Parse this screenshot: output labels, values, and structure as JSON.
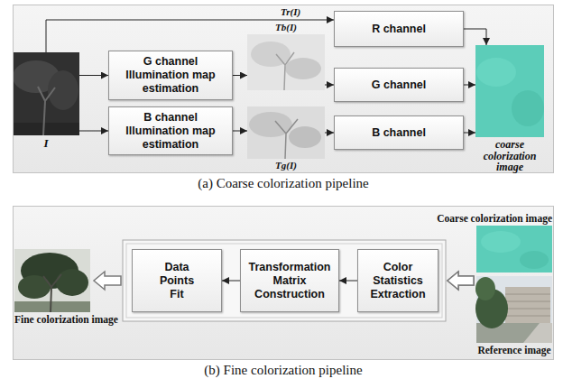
{
  "diagram": {
    "nodes": [
      {
        "text": [
          "(a) Coarse colorization pipeline"
        ]
      },
      {
        "text": [
          "I"
        ],
        "in": 0
      },
      {
        "text": [
          "G channel Illumination map estimation"
        ],
        "in": 0
      },
      {
        "text": [
          "B channel Illumination map estimation"
        ],
        "in": 0
      },
      {
        "text": [
          "Tb(I)"
        ],
        "in": 0
      },
      {
        "text": [
          "Tg(I)"
        ],
        "in": 0
      },
      {
        "text": [
          "R channel"
        ],
        "in": 0
      },
      {
        "text": [
          "G channel"
        ],
        "in": 0
      },
      {
        "text": [
          "B channel"
        ],
        "in": 0
      },
      {
        "text": [
          "coarse colorization image"
        ],
        "in": 0
      },
      {
        "text": [
          "(b) Fine colorization pipeline"
        ]
      },
      {
        "text": [
          "Fine colorization image"
        ],
        "in": 10
      },
      {
        "text": [
          "Data Points Fit"
        ],
        "in": 10
      },
      {
        "text": [
          "Transformation Matrix Construction"
        ],
        "in": 10
      },
      {
        "text": [
          "Color Statistics Extraction"
        ],
        "in": 10
      },
      {
        "text": [
          "Coarse colorization image"
        ],
        "in": 10
      },
      {
        "text": [
          "Reference image"
        ],
        "in": 10
      }
    ],
    "edges": [
      {
        "from": 1,
        "to": 6,
        "arrow": "to",
        "label": "Tr(I)"
      },
      {
        "from": 1,
        "to": 2,
        "arrow": "to"
      },
      {
        "from": 1,
        "to": 3,
        "arrow": "to"
      },
      {
        "from": 2,
        "to": 4,
        "arrow": "to"
      },
      {
        "from": 3,
        "to": 5,
        "arrow": "to"
      },
      {
        "from": 4,
        "to": 7,
        "arrow": "to"
      },
      {
        "from": 5,
        "to": 8,
        "arrow": "to"
      },
      {
        "from": 6,
        "to": 9,
        "arrow": "to"
      },
      {
        "from": 7,
        "to": 9,
        "arrow": "to"
      },
      {
        "from": 8,
        "to": 9,
        "arrow": "to"
      },
      {
        "from": 15,
        "to": 14,
        "arrow": "to"
      },
      {
        "from": 16,
        "to": 14,
        "arrow": "to"
      },
      {
        "from": 14,
        "to": 13,
        "arrow": "to"
      },
      {
        "from": 13,
        "to": 12,
        "arrow": "to"
      },
      {
        "from": 12,
        "to": 11,
        "arrow": "to"
      }
    ]
  }
}
